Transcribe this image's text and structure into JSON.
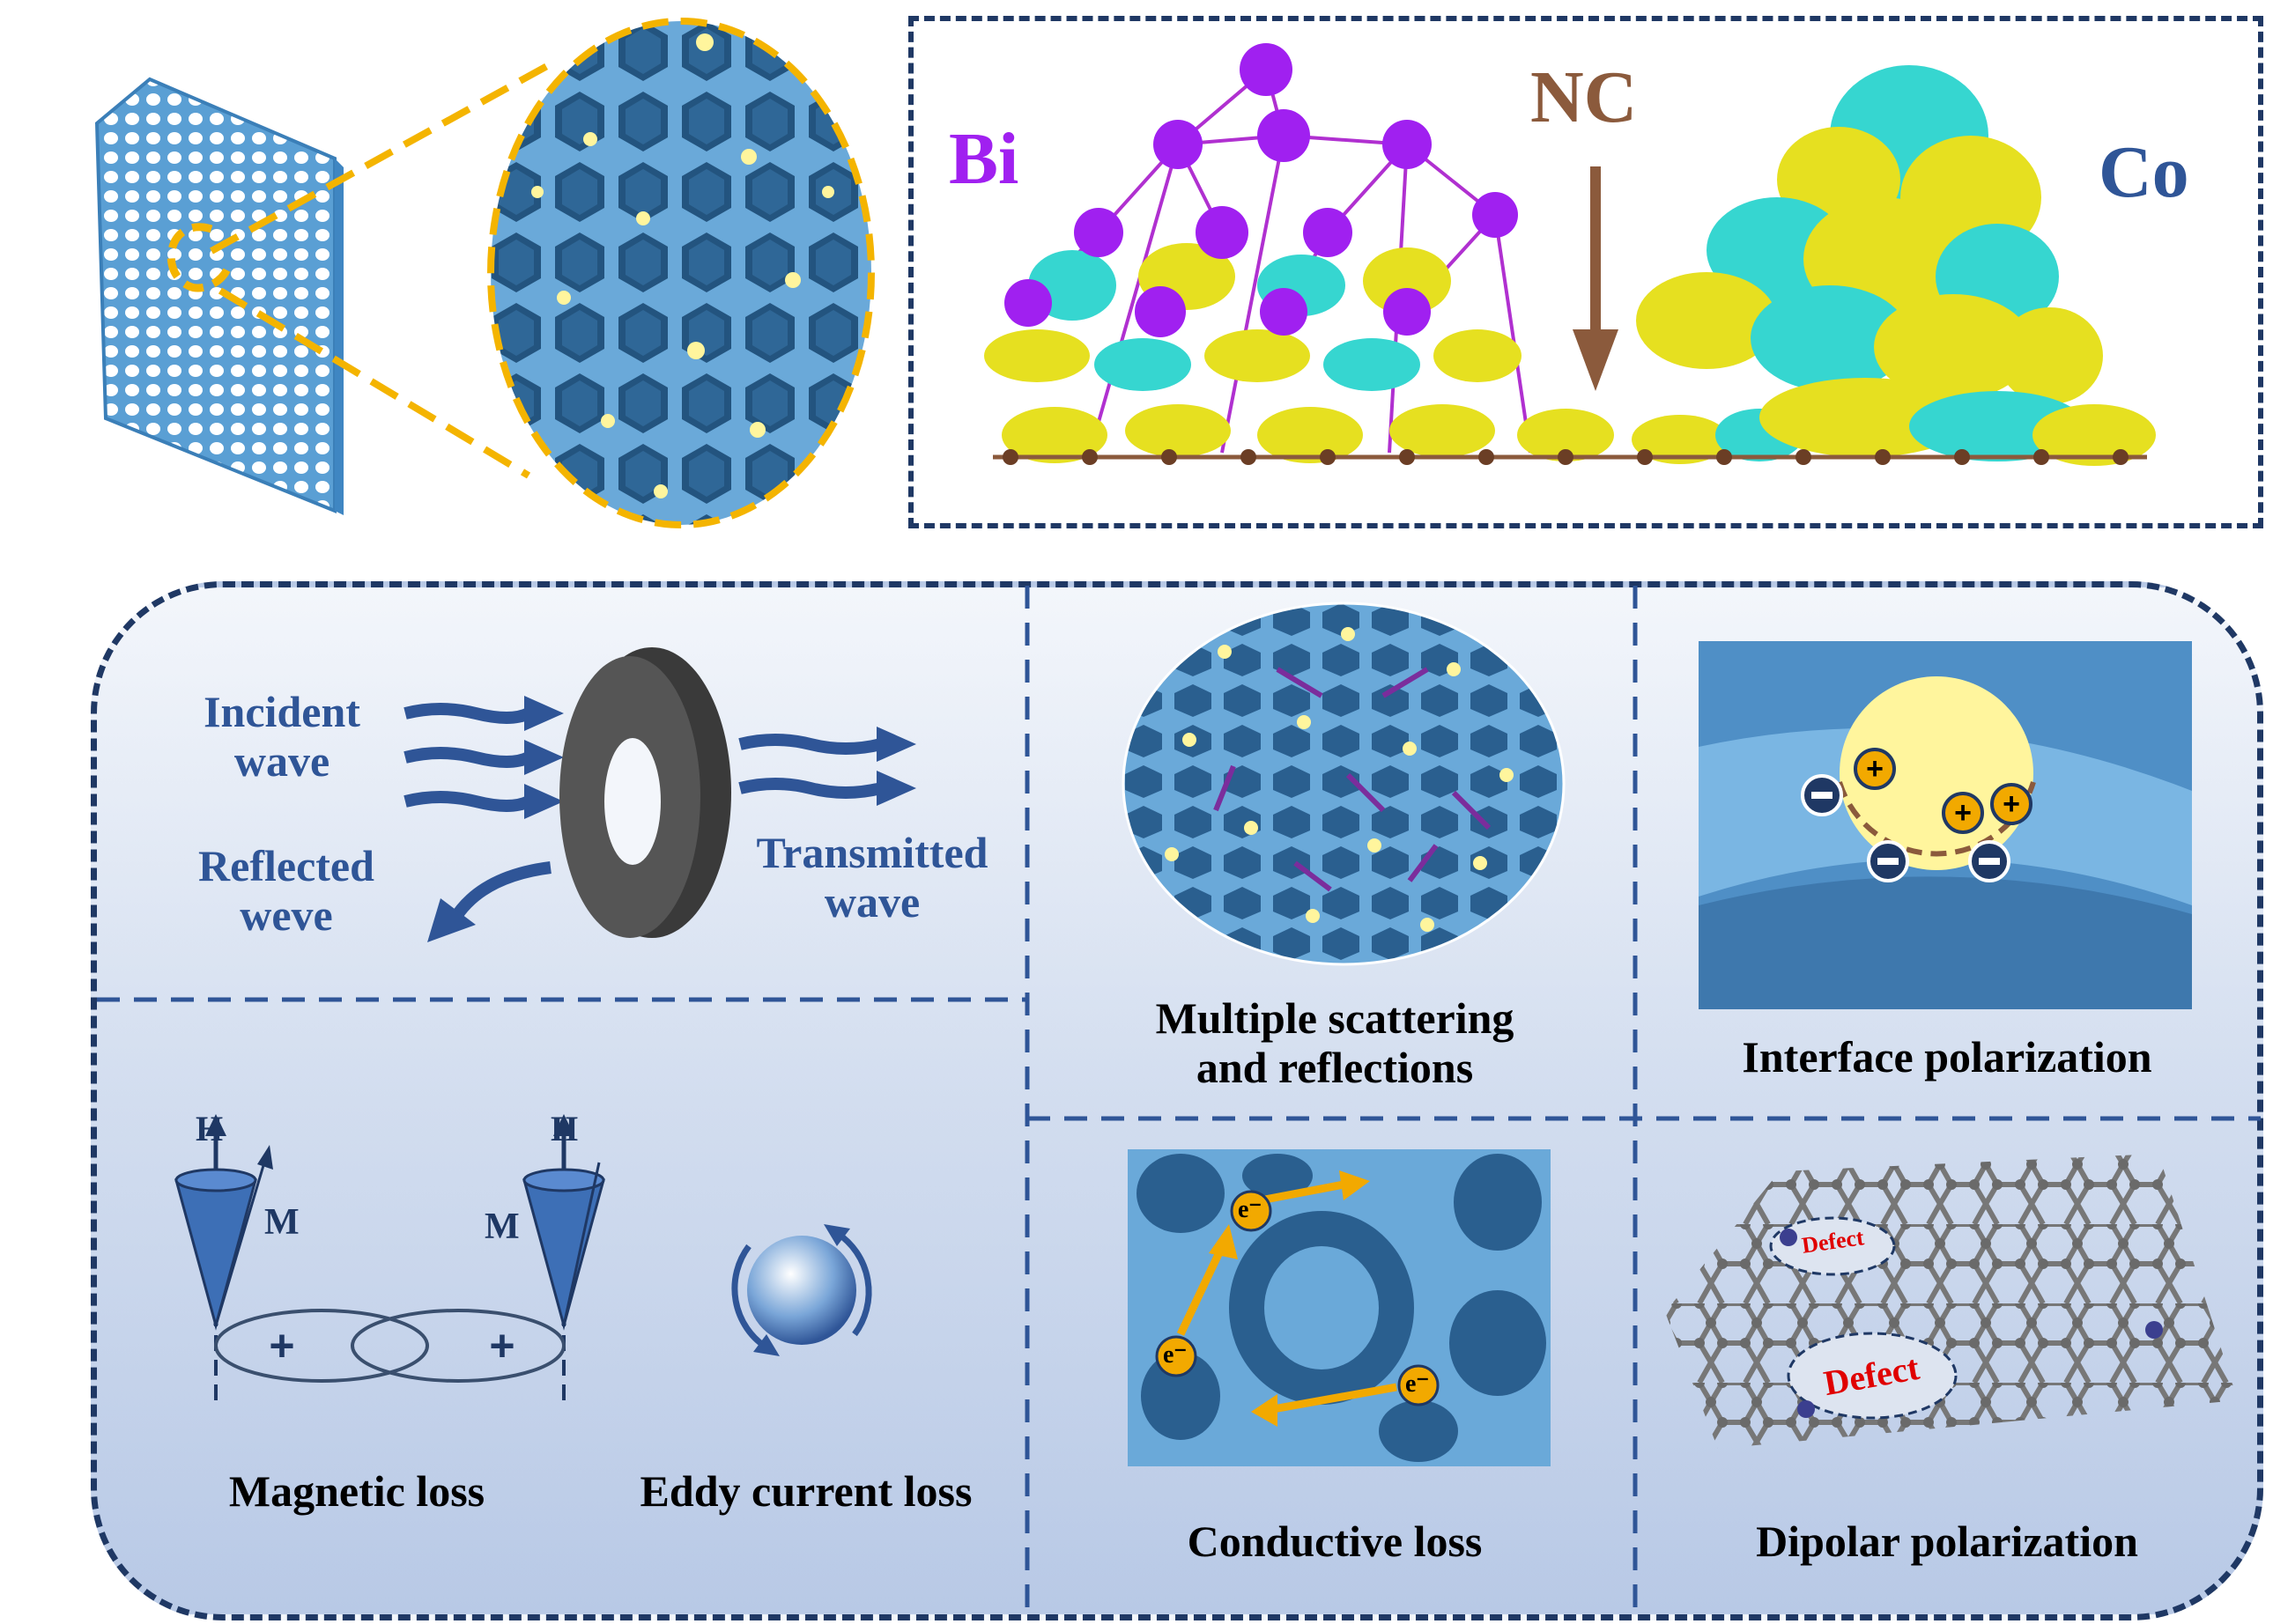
{
  "top": {
    "bi_label": "Bi",
    "nc_label": "NC",
    "co_label": "Co"
  },
  "mechanisms": {
    "incident": "Incident\nwave",
    "reflected": "Reflected\nweve",
    "transmitted": "Transmitted\nwave",
    "scattering": "Multiple scattering\nand reflections",
    "interface": "Interface polarization",
    "magnetic_loss": "Magnetic loss",
    "eddy_loss": "Eddy current loss",
    "h_left": "H",
    "m_left": "M",
    "h_right": "H",
    "m_right": "M",
    "conductive": "Conductive loss",
    "dipolar": "Dipolar polarization",
    "defect_small": "Defect",
    "defect_large": "Defect",
    "electron": "e⁻"
  },
  "colors": {
    "accent_blue": "#2F5597",
    "dark_navy": "#1F3864",
    "foam_blue": "#5A9FD4",
    "particle_yellow": "#FFF59D",
    "bi_purple": "#A020F0",
    "nc_brown": "#8B5A3C",
    "orange_dash": "#F4B400",
    "defect_red": "#E00000",
    "electron_orange": "#F2A900"
  }
}
